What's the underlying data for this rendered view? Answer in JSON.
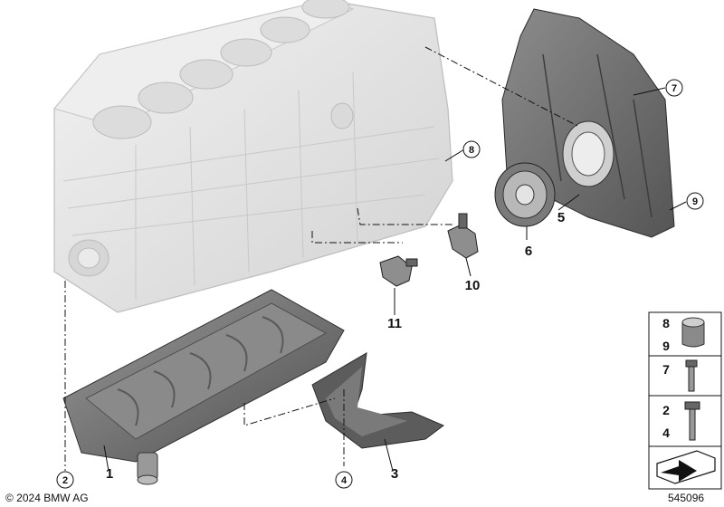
{
  "callouts": {
    "c1": "1",
    "c2": "2",
    "c3": "3",
    "c4": "4",
    "c5": "5",
    "c6": "6",
    "c7": "7",
    "c8": "8",
    "c9": "9",
    "c10": "10",
    "c11": "11"
  },
  "legend": {
    "row1_top": "8",
    "row1_bottom": "9",
    "row2": "7",
    "row3_top": "2",
    "row3_bottom": "4"
  },
  "footer": {
    "copyright": "© 2024 BMW AG",
    "diagram_number": "545096"
  },
  "colors": {
    "engine_block": "#e6e6e6",
    "dark_metal": "#6d6d6d",
    "line": "#222222"
  }
}
